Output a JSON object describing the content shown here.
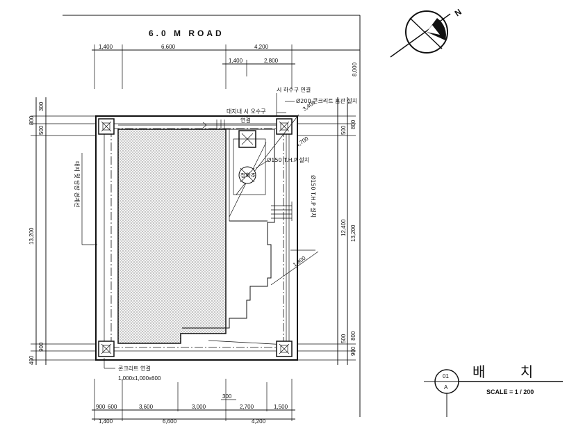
{
  "road_label": "6.0 M ROAD",
  "north_label": "N",
  "top_dims_row1": [
    "1,400",
    "6,600",
    "4,200"
  ],
  "top_dims_row2": [
    "1,400",
    "2,800"
  ],
  "right_top_dim": "8,000",
  "left_side_dims": [
    "300",
    "800",
    "500",
    "13,200",
    "900",
    "400"
  ],
  "right_side_dims": [
    "500",
    "800",
    "12,400",
    "13,200",
    "500",
    "800",
    "900"
  ],
  "notes": {
    "boundary_wall": "대지 및 담장 경계선",
    "storm_drain": "시 하수구 연결",
    "concrete_pipe": "Ø200 콘크리트 흄관 설치",
    "inner_sewer_a": "대지내 시 오수구",
    "inner_sewer_b": "연결",
    "diag_dim_a": "3,400",
    "diag_dim_b": "4,700",
    "thp_a": "Ø150 T.H.P 설치",
    "thp_b": "Ø150 T.H.P 설치",
    "diag_dim_c": "1,800",
    "septic": "정화조",
    "concrete_col": "콘크리트 연결",
    "col_size": "1,000x1,000x600"
  },
  "bottom_dims_row1": [
    "900",
    "600",
    "3,600",
    "3,000",
    "2,700",
    "1,500"
  ],
  "bottom_mid_dim": "300",
  "bottom_dims_row2": [
    "1,400",
    "6,600",
    "4,200"
  ],
  "title_block": {
    "number": "01",
    "sheet": "A",
    "title": "배 치 도",
    "scale": "SCALE = 1 / 200"
  }
}
